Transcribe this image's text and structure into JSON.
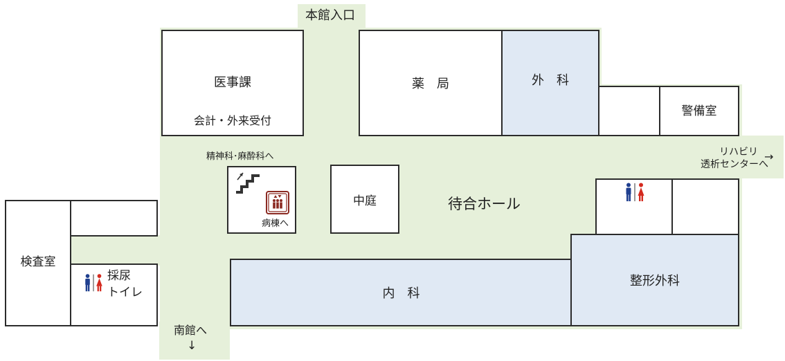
{
  "entrances": {
    "main_entrance": "本館入口",
    "south_building": "南館へ",
    "south_arrow": "↓",
    "rehab_line1": "リハビリ",
    "rehab_line2": "透析センターへ",
    "rehab_arrow": "→"
  },
  "rooms": {
    "medical_affairs": "医事課",
    "reception": "会計・外来受付",
    "pharmacy": "薬　局",
    "surgery": "外　科",
    "security": "警備室",
    "courtyard": "中庭",
    "waiting_hall": "待合ホール",
    "internal_medicine": "内　科",
    "orthopedics": "整形外科",
    "laboratory": "検査室",
    "urine_toilet_line1": "採尿",
    "urine_toilet_line2": "トイレ"
  },
  "vertical_access": {
    "stairs_sign": "精神科･麻酔科へ",
    "ward_sign": "病棟へ"
  },
  "colors": {
    "corridor": "#e6f0da",
    "blue_room": "#e0e9f4",
    "wall": "#2b2b2b",
    "elevator": "#8b2a22",
    "male_icon": "#1f3f8f",
    "female_icon": "#d42a1f"
  }
}
